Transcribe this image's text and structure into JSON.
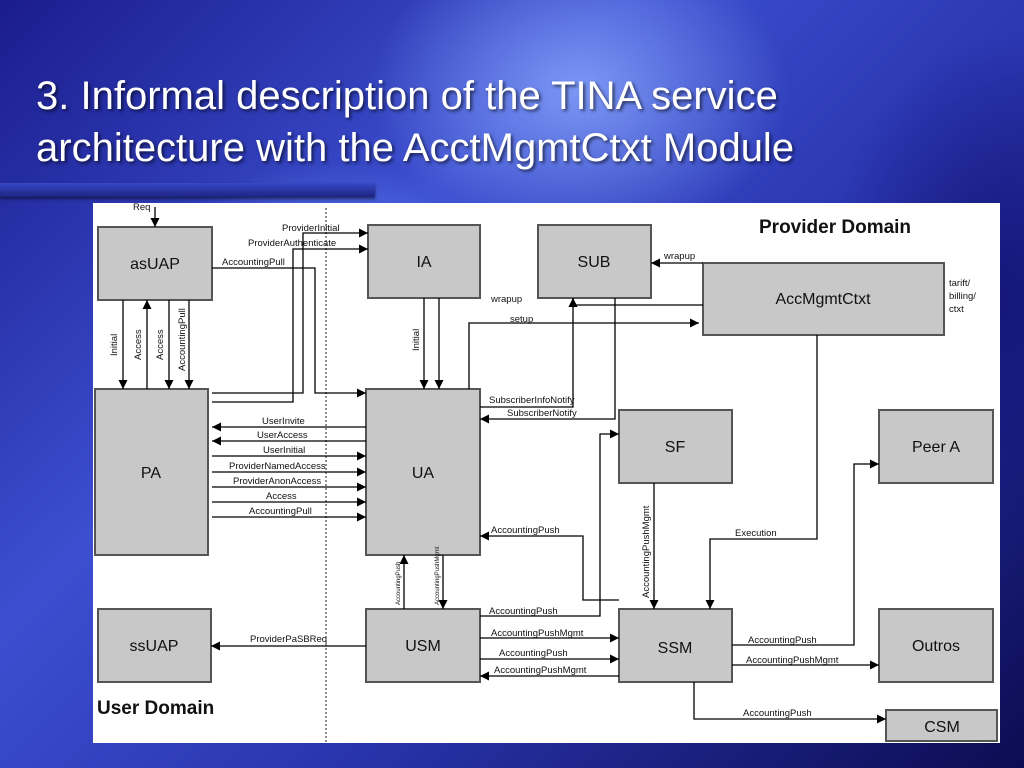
{
  "slide": {
    "title_line1": "3. Informal description of the TINA service",
    "title_line2": "architecture with the AcctMgmtCtxt Module"
  },
  "domains": {
    "provider": "Provider Domain",
    "user": "User Domain"
  },
  "boxes": {
    "asuap": "asUAP",
    "ia": "IA",
    "sub": "SUB",
    "accmgmtctxt": "AccMgmtCtxt",
    "pa": "PA",
    "ua": "UA",
    "sf": "SF",
    "peer_a": "Peer A",
    "ssuap": "ssUAP",
    "usm": "USM",
    "ssm": "SSM",
    "outros": "Outros",
    "csm": "CSM"
  },
  "side_note": {
    "line1": "tarift/",
    "line2": "billing/",
    "line3": "ctxt"
  },
  "labels": {
    "req": "Req",
    "provider_initial": "ProviderInitial",
    "provider_authenticate": "ProviderAuthenticate",
    "accounting_pull_top": "AccountingPull",
    "initial_left": "Initial",
    "access_1": "Access",
    "access_2": "Access",
    "accounting_pull_vert": "AccountingPull",
    "initial_ia": "Initial",
    "wrapup_sub": "wrapup",
    "wrapup_ua": "wrapup",
    "setup": "setup",
    "subscriber_info_notify": "SubscriberInfoNotify",
    "subscriber_notify": "SubscriberNotify",
    "user_invite": "UserInvite",
    "user_access": "UserAccess",
    "user_initial": "UserInitial",
    "provider_named_access": "ProviderNamedAccess",
    "provider_anon_access": "ProviderAnonAccess",
    "access_pa": "Access",
    "accounting_pull_pa": "AccountingPull",
    "accounting_push_ua": "AccountingPush",
    "accounting_push_mgmt_sf": "AccountingPushMgmt",
    "execution": "Execution",
    "accounting_push_usm_vert": "AccountingPush",
    "accounting_push_mgmt_usm_vert": "AccountingPushMgmt",
    "provider_pasb_req": "ProviderPaSBReq",
    "accounting_push_1": "AccountingPush",
    "accounting_push_mgmt_1": "AccountingPushMgmt",
    "accounting_push_2": "AccountingPush",
    "accounting_push_mgmt_2": "AccountingPushMgmt",
    "accounting_push_peer": "AccountingPush",
    "accounting_push_mgmt_outros": "AccountingPushMgmt",
    "accounting_push_csm": "AccountingPush"
  }
}
